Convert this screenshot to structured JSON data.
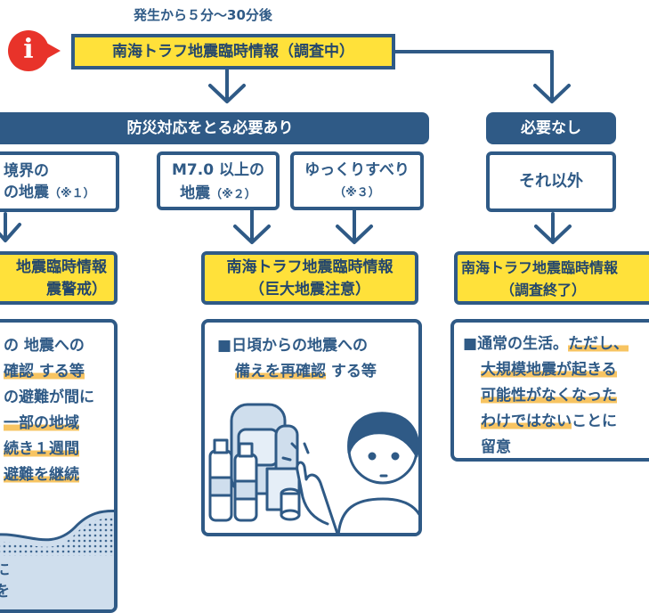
{
  "timing_label": "発生から５分～30分後",
  "top_box": "南海トラフ地震臨時情報（調査中）",
  "info_icon_letter": "i",
  "branch_left": "防災対応をとる必要あり",
  "branch_right": "必要なし",
  "conditions": [
    {
      "line1": "境界の",
      "line2": "の地震",
      "note": "（※１）"
    },
    {
      "line1": "M7.0 以上の",
      "line2": "地震",
      "note": "（※２）"
    },
    {
      "line1": "ゆっくりすべり",
      "line2": "",
      "note": "（※３）"
    },
    {
      "line1": "それ以外",
      "line2": "",
      "note": ""
    }
  ],
  "results": [
    {
      "line1": "地震臨時情報",
      "line2": "震警戒）"
    },
    {
      "line1": "南海トラフ地震臨時情報",
      "line2": "（巨大地震注意）"
    },
    {
      "line1": "南海トラフ地震臨時情報",
      "line2": "（調査終了）"
    }
  ],
  "actions_left": [
    "の 地震への",
    "確認 する等",
    "の避難が間に",
    "一部の地域",
    "続き１週間",
    "避難を継続",
    "に",
    "を"
  ],
  "actions_middle": {
    "bullet": "■",
    "line1": "日頃からの地震への",
    "line2_hl": "備えを再確認",
    "line2_rest": " する等"
  },
  "actions_right": {
    "bullet": "■",
    "line1_a": "通常の生活。",
    "line1_b": "ただし、",
    "line2": "大規模地震が起きる",
    "line3": "可能性がなくなった",
    "line4_hl": "わけではない",
    "line4_rest": "ことに",
    "line5": "留意"
  },
  "colors": {
    "navy": "#2f5a86",
    "yellow": "#ffe13a",
    "highlight": "#f7c462",
    "red": "#e8332a"
  }
}
